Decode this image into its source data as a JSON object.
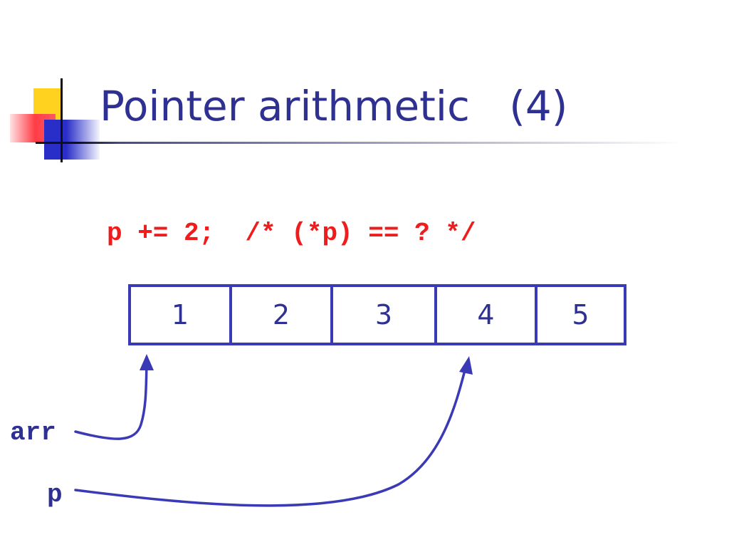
{
  "slide": {
    "title": "Pointer arithmetic   (4)",
    "code_line": "p += 2;  /* (*p) == ? */",
    "array_cells": [
      "1",
      "2",
      "3",
      "4",
      "5"
    ],
    "variables": {
      "arr": "arr",
      "p": "p"
    }
  },
  "colors": {
    "title": "#2f3192",
    "code": "#ee1c1c",
    "array_border": "#3a3ab6",
    "arrow": "#3a3ab6"
  }
}
